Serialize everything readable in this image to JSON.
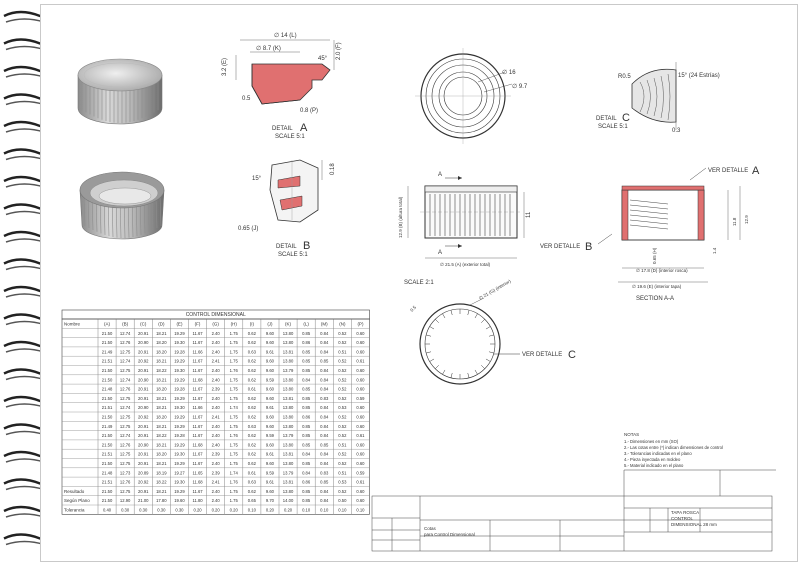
{
  "accent_color": "#e07070",
  "detail_a": {
    "label": "DETAIL",
    "letter": "A",
    "scale": "SCALE 5:1",
    "dims": [
      "∅ 14 (L)",
      "∅ 8.7 (K)",
      "3.2 (E)",
      "2.0 (F)",
      "0.8 (P)",
      "0.5",
      "45°"
    ]
  },
  "detail_b": {
    "label": "DETAIL",
    "letter": "B",
    "scale": "SCALE 5:1",
    "dims": [
      "15°",
      "0.65 (J)",
      "0.18"
    ]
  },
  "detail_c": {
    "label": "DETAIL",
    "letter": "C",
    "scale": "SCALE 5:1",
    "dims": [
      "15° (24 Estrías)",
      "R0.5",
      "0.3"
    ]
  },
  "top_view": {
    "dims": [
      "∅ 16",
      "∅ 9.7"
    ]
  },
  "side_view": {
    "section_marker": "A",
    "scale": "SCALE 2:1",
    "dims": [
      "12.9 (B) (altura total)",
      "11",
      "∅ 21.5 (A) (exterior total)"
    ]
  },
  "section_view": {
    "ver_detalle_a": "VER DETALLE",
    "ver_detalle_a_letter": "A",
    "ver_detalle_b": "VER DETALLE",
    "ver_detalle_b_letter": "B",
    "caption": "SECTION A-A",
    "dims": [
      "∅ 17.8 (D) (interior rosca)",
      "∅ 19.6 (E) (interior tapa)",
      "12.9",
      "11.8",
      "1.4",
      "0.65 (H)"
    ]
  },
  "bottom_view": {
    "ver_detalle_c": "VER DETALLE",
    "ver_detalle_c_letter": "C",
    "dims": [
      "∅ 21 (G) (interior)",
      "0.5"
    ]
  },
  "table": {
    "title": "CONTROL DIMENSIONAL",
    "first_header": "Nombre",
    "headers": [
      "(A)",
      "(B)",
      "(C)",
      "(D)",
      "(E)",
      "(F)",
      "(G)",
      "(H)",
      "(I)",
      "(J)",
      "(K)",
      "(L)",
      "(M)",
      "(N)",
      "(P)"
    ],
    "rows": [
      {
        "label": "",
        "cells": [
          "21.50",
          "12.74",
          "20.91",
          "18.21",
          "19.29",
          "11.67",
          "2.40",
          "1.75",
          "0.62",
          "9.60",
          "13.80",
          "0.85",
          "0.84",
          "0.52",
          "0.60"
        ]
      },
      {
        "label": "",
        "cells": [
          "21.50",
          "12.76",
          "20.90",
          "18.20",
          "19.30",
          "11.67",
          "2.40",
          "1.75",
          "0.62",
          "9.60",
          "13.80",
          "0.86",
          "0.84",
          "0.52",
          "0.60"
        ]
      },
      {
        "label": "",
        "cells": [
          "21.49",
          "12.75",
          "20.91",
          "18.20",
          "19.28",
          "11.66",
          "2.40",
          "1.75",
          "0.63",
          "9.61",
          "13.81",
          "0.85",
          "0.84",
          "0.51",
          "0.60"
        ]
      },
      {
        "label": "",
        "cells": [
          "21.51",
          "12.74",
          "20.92",
          "18.21",
          "19.29",
          "11.67",
          "2.41",
          "1.75",
          "0.62",
          "9.60",
          "13.80",
          "0.85",
          "0.85",
          "0.52",
          "0.61"
        ]
      },
      {
        "label": "",
        "cells": [
          "21.50",
          "12.75",
          "20.91",
          "18.22",
          "19.30",
          "11.67",
          "2.40",
          "1.76",
          "0.62",
          "9.60",
          "13.79",
          "0.85",
          "0.84",
          "0.52",
          "0.60"
        ]
      },
      {
        "label": "",
        "cells": [
          "21.50",
          "12.74",
          "20.90",
          "18.21",
          "19.29",
          "11.68",
          "2.40",
          "1.75",
          "0.62",
          "9.59",
          "13.80",
          "0.84",
          "0.84",
          "0.52",
          "0.60"
        ]
      },
      {
        "label": "",
        "cells": [
          "21.48",
          "12.76",
          "20.91",
          "18.20",
          "19.28",
          "11.67",
          "2.39",
          "1.75",
          "0.61",
          "9.60",
          "13.80",
          "0.85",
          "0.84",
          "0.52",
          "0.60"
        ]
      },
      {
        "label": "",
        "cells": [
          "21.50",
          "12.75",
          "20.91",
          "18.21",
          "19.29",
          "11.67",
          "2.40",
          "1.75",
          "0.62",
          "9.60",
          "13.81",
          "0.85",
          "0.83",
          "0.52",
          "0.59"
        ]
      },
      {
        "label": "",
        "cells": [
          "21.51",
          "12.74",
          "20.90",
          "18.21",
          "19.30",
          "11.66",
          "2.40",
          "1.74",
          "0.62",
          "9.61",
          "13.80",
          "0.85",
          "0.84",
          "0.53",
          "0.60"
        ]
      },
      {
        "label": "",
        "cells": [
          "21.50",
          "12.75",
          "20.92",
          "18.20",
          "19.29",
          "11.67",
          "2.41",
          "1.75",
          "0.62",
          "9.60",
          "13.80",
          "0.86",
          "0.84",
          "0.52",
          "0.60"
        ]
      },
      {
        "label": "",
        "cells": [
          "21.49",
          "12.75",
          "20.91",
          "18.21",
          "19.29",
          "11.67",
          "2.40",
          "1.75",
          "0.63",
          "9.60",
          "13.80",
          "0.85",
          "0.84",
          "0.52",
          "0.60"
        ]
      },
      {
        "label": "",
        "cells": [
          "21.50",
          "12.74",
          "20.91",
          "18.22",
          "19.28",
          "11.67",
          "2.40",
          "1.76",
          "0.62",
          "9.59",
          "13.79",
          "0.85",
          "0.84",
          "0.52",
          "0.61"
        ]
      },
      {
        "label": "",
        "cells": [
          "21.50",
          "12.76",
          "20.90",
          "18.21",
          "19.29",
          "11.68",
          "2.40",
          "1.75",
          "0.62",
          "9.60",
          "13.80",
          "0.85",
          "0.85",
          "0.51",
          "0.60"
        ]
      },
      {
        "label": "",
        "cells": [
          "21.51",
          "12.75",
          "20.91",
          "18.20",
          "19.30",
          "11.67",
          "2.39",
          "1.75",
          "0.62",
          "9.61",
          "13.81",
          "0.84",
          "0.84",
          "0.52",
          "0.60"
        ]
      },
      {
        "label": "",
        "cells": [
          "21.50",
          "12.75",
          "20.91",
          "18.21",
          "19.29",
          "11.67",
          "2.40",
          "1.75",
          "0.62",
          "9.60",
          "13.80",
          "0.85",
          "0.84",
          "0.52",
          "0.60"
        ]
      },
      {
        "label": "",
        "cells": [
          "21.48",
          "12.73",
          "20.89",
          "18.19",
          "19.27",
          "11.65",
          "2.39",
          "1.74",
          "0.61",
          "9.59",
          "13.79",
          "0.84",
          "0.83",
          "0.51",
          "0.59"
        ]
      },
      {
        "label": "",
        "cells": [
          "21.51",
          "12.76",
          "20.92",
          "18.22",
          "19.30",
          "11.68",
          "2.41",
          "1.76",
          "0.63",
          "9.61",
          "13.81",
          "0.86",
          "0.85",
          "0.53",
          "0.61"
        ]
      },
      {
        "label": "Resultado",
        "cells": [
          "21.50",
          "12.75",
          "20.91",
          "18.21",
          "19.29",
          "11.67",
          "2.40",
          "1.75",
          "0.62",
          "9.60",
          "13.80",
          "0.85",
          "0.84",
          "0.52",
          "0.60"
        ]
      },
      {
        "label": "Según Plano",
        "cells": [
          "21.50",
          "12.90",
          "21.00",
          "17.80",
          "19.60",
          "11.80",
          "2.40",
          "1.75",
          "0.65",
          "9.70",
          "14.00",
          "0.85",
          "0.84",
          "0.50",
          "0.60"
        ]
      },
      {
        "label": "Tolerancia",
        "cells": [
          "0.40",
          "0.30",
          "0.30",
          "0.30",
          "0.30",
          "0.20",
          "0.20",
          "0.20",
          "0.10",
          "0.20",
          "0.20",
          "0.10",
          "0.10",
          "0.10",
          "0.10"
        ]
      }
    ]
  },
  "notes": {
    "title": "NOTAS",
    "lines": [
      "1.- Dimensiones en mm (SO)",
      "2.- Las cotas entre (*) indican dimensiones de control",
      "3.- Tolerancias indicadas en el plano",
      "4.- Pieza inyectada en moldeo",
      "5.- Material indicado en el plano"
    ]
  },
  "title_block": {
    "left_title": "Cotas",
    "left_sub": "para Control Dimensional",
    "right_lines": [
      "TAPA ROSCA",
      "CONTROL",
      "DIMENSIONAL 28 mm"
    ]
  }
}
